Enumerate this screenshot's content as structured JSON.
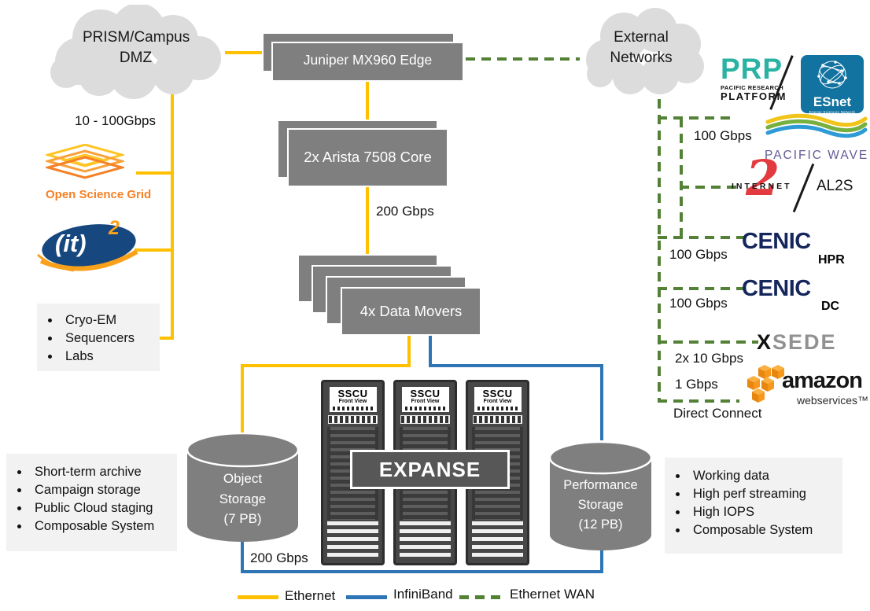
{
  "clouds": {
    "campus": "PRISM/Campus DMZ",
    "external": "External Networks"
  },
  "devices": {
    "edge": {
      "label": "Juniper MX960 Edge"
    },
    "core": {
      "label": "2x Arista 7508 Core"
    },
    "data_movers": {
      "label": "4x Data Movers"
    },
    "expanse": {
      "label": "EXPANSE"
    },
    "rack": {
      "label": "SSCU",
      "sublabel": "Front View"
    },
    "object_storage": {
      "line1": "Object",
      "line2": "Storage",
      "line3": "(7 PB)"
    },
    "performance_storage": {
      "line1": "Performance",
      "line2": "Storage",
      "line3": "(12 PB)"
    }
  },
  "links": {
    "campus_speed": "10 - 100Gbps",
    "core_speed": "200 Gbps",
    "storage_speed": "200 Gbps",
    "prp_esnet_speed": "100 Gbps",
    "cenic_hpr_speed": "100 Gbps",
    "cenic_dc_speed": "100 Gbps",
    "xsede_speed": "2x 10 Gbps",
    "aws_speed": "1 Gbps",
    "aws_type": "Direct Connect"
  },
  "lists": {
    "campus_devices": {
      "items": [
        "Cryo-EM",
        "Sequencers",
        "Labs"
      ]
    },
    "object_storage_uses": {
      "items": [
        "Short-term archive",
        "Campaign storage",
        "Public Cloud staging",
        "Composable System"
      ]
    },
    "performance_storage_uses": {
      "items": [
        "Working data",
        "High perf streaming",
        "High IOPS",
        "Composable System"
      ]
    }
  },
  "legend": {
    "ethernet": "Ethernet",
    "infiniband": "InfiniBand",
    "ethernet_wan": "Ethernet WAN"
  },
  "logos": {
    "osg": {
      "caption": "Open Science Grid"
    },
    "it2": {
      "text": "(it)",
      "sup": "2"
    },
    "prp": {
      "acronym": "PRP",
      "line1": "PACIFIC RESEARCH",
      "line2": "PLATFORM"
    },
    "esnet": {
      "name": "ESnet",
      "tagline": "Energy Sciences Network"
    },
    "pacific_wave": {
      "name": "PACIFIC WAVE"
    },
    "internet2": {
      "name": "INTERNET",
      "numeral": "2",
      "partner": "AL2S"
    },
    "cenic_hpr": {
      "name": "CENIC",
      "tier": "HPR"
    },
    "cenic_dc": {
      "name": "CENIC",
      "tier": "DC"
    },
    "xsede": {
      "x": "X",
      "rest": "SEDE"
    },
    "aws": {
      "name": "amazon",
      "sub": "webservices™"
    }
  },
  "colors": {
    "ethernet": "#FFC000",
    "infiniband": "#2E75B6",
    "ethernet_wan": "#538135",
    "device_gray": "#7F7F7F",
    "cloud_gray": "#DCDCDC"
  }
}
